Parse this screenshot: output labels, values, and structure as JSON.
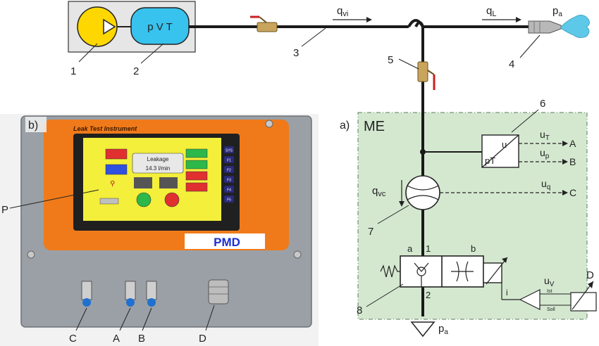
{
  "source_box": {
    "label": "p V T",
    "num_pump": "1",
    "num_tank": "2"
  },
  "flows": {
    "q_vi_main": "q",
    "q_vi_sub": "vi",
    "q_L_main": "q",
    "q_L_sub": "L",
    "q_vc_main": "q",
    "q_vc_sub": "vc"
  },
  "numbers": {
    "n3": "3",
    "n4": "4",
    "n5": "5",
    "n6": "6",
    "n7": "7",
    "n8": "8"
  },
  "pressure": {
    "pa_main": "p",
    "pa_sub": "a"
  },
  "me_box": {
    "panel_tag": "a)",
    "title": "ME"
  },
  "sensor": {
    "u": "u",
    "pT": "pT"
  },
  "signals": {
    "uT_main": "u",
    "uT_sub": "T",
    "A": "A",
    "up_main": "u",
    "up_sub": "p",
    "B": "B",
    "uq_main": "u",
    "uq_sub": "q",
    "C": "C",
    "uv_main": "u",
    "uv_sub": "V",
    "ist": "Ist",
    "soll": "Soll",
    "D": "D"
  },
  "valve": {
    "port_a": "a",
    "port_b": "b",
    "port_1": "1",
    "port_2": "2",
    "port_i": "i"
  },
  "photo": {
    "panel_tag": "b)",
    "instrument_title": "Leak Test Instrument",
    "brand": "PMD",
    "leakage_label": "Leakage",
    "leakage_value": "14.3 l/min",
    "connectors": [
      "C",
      "A",
      "B",
      "D"
    ],
    "side_buttons": [
      "SYS",
      "F1",
      "F2",
      "F3",
      "F4",
      "F5"
    ],
    "pointer_label": "P"
  },
  "colors": {
    "pump": "#ffd700",
    "tank": "#37c3ee",
    "me_bg": "#d4e8d0",
    "housing_orange": "#f07a1a",
    "screen_yellow": "#f3ef3a",
    "housing_gray": "#9aa0a6"
  }
}
